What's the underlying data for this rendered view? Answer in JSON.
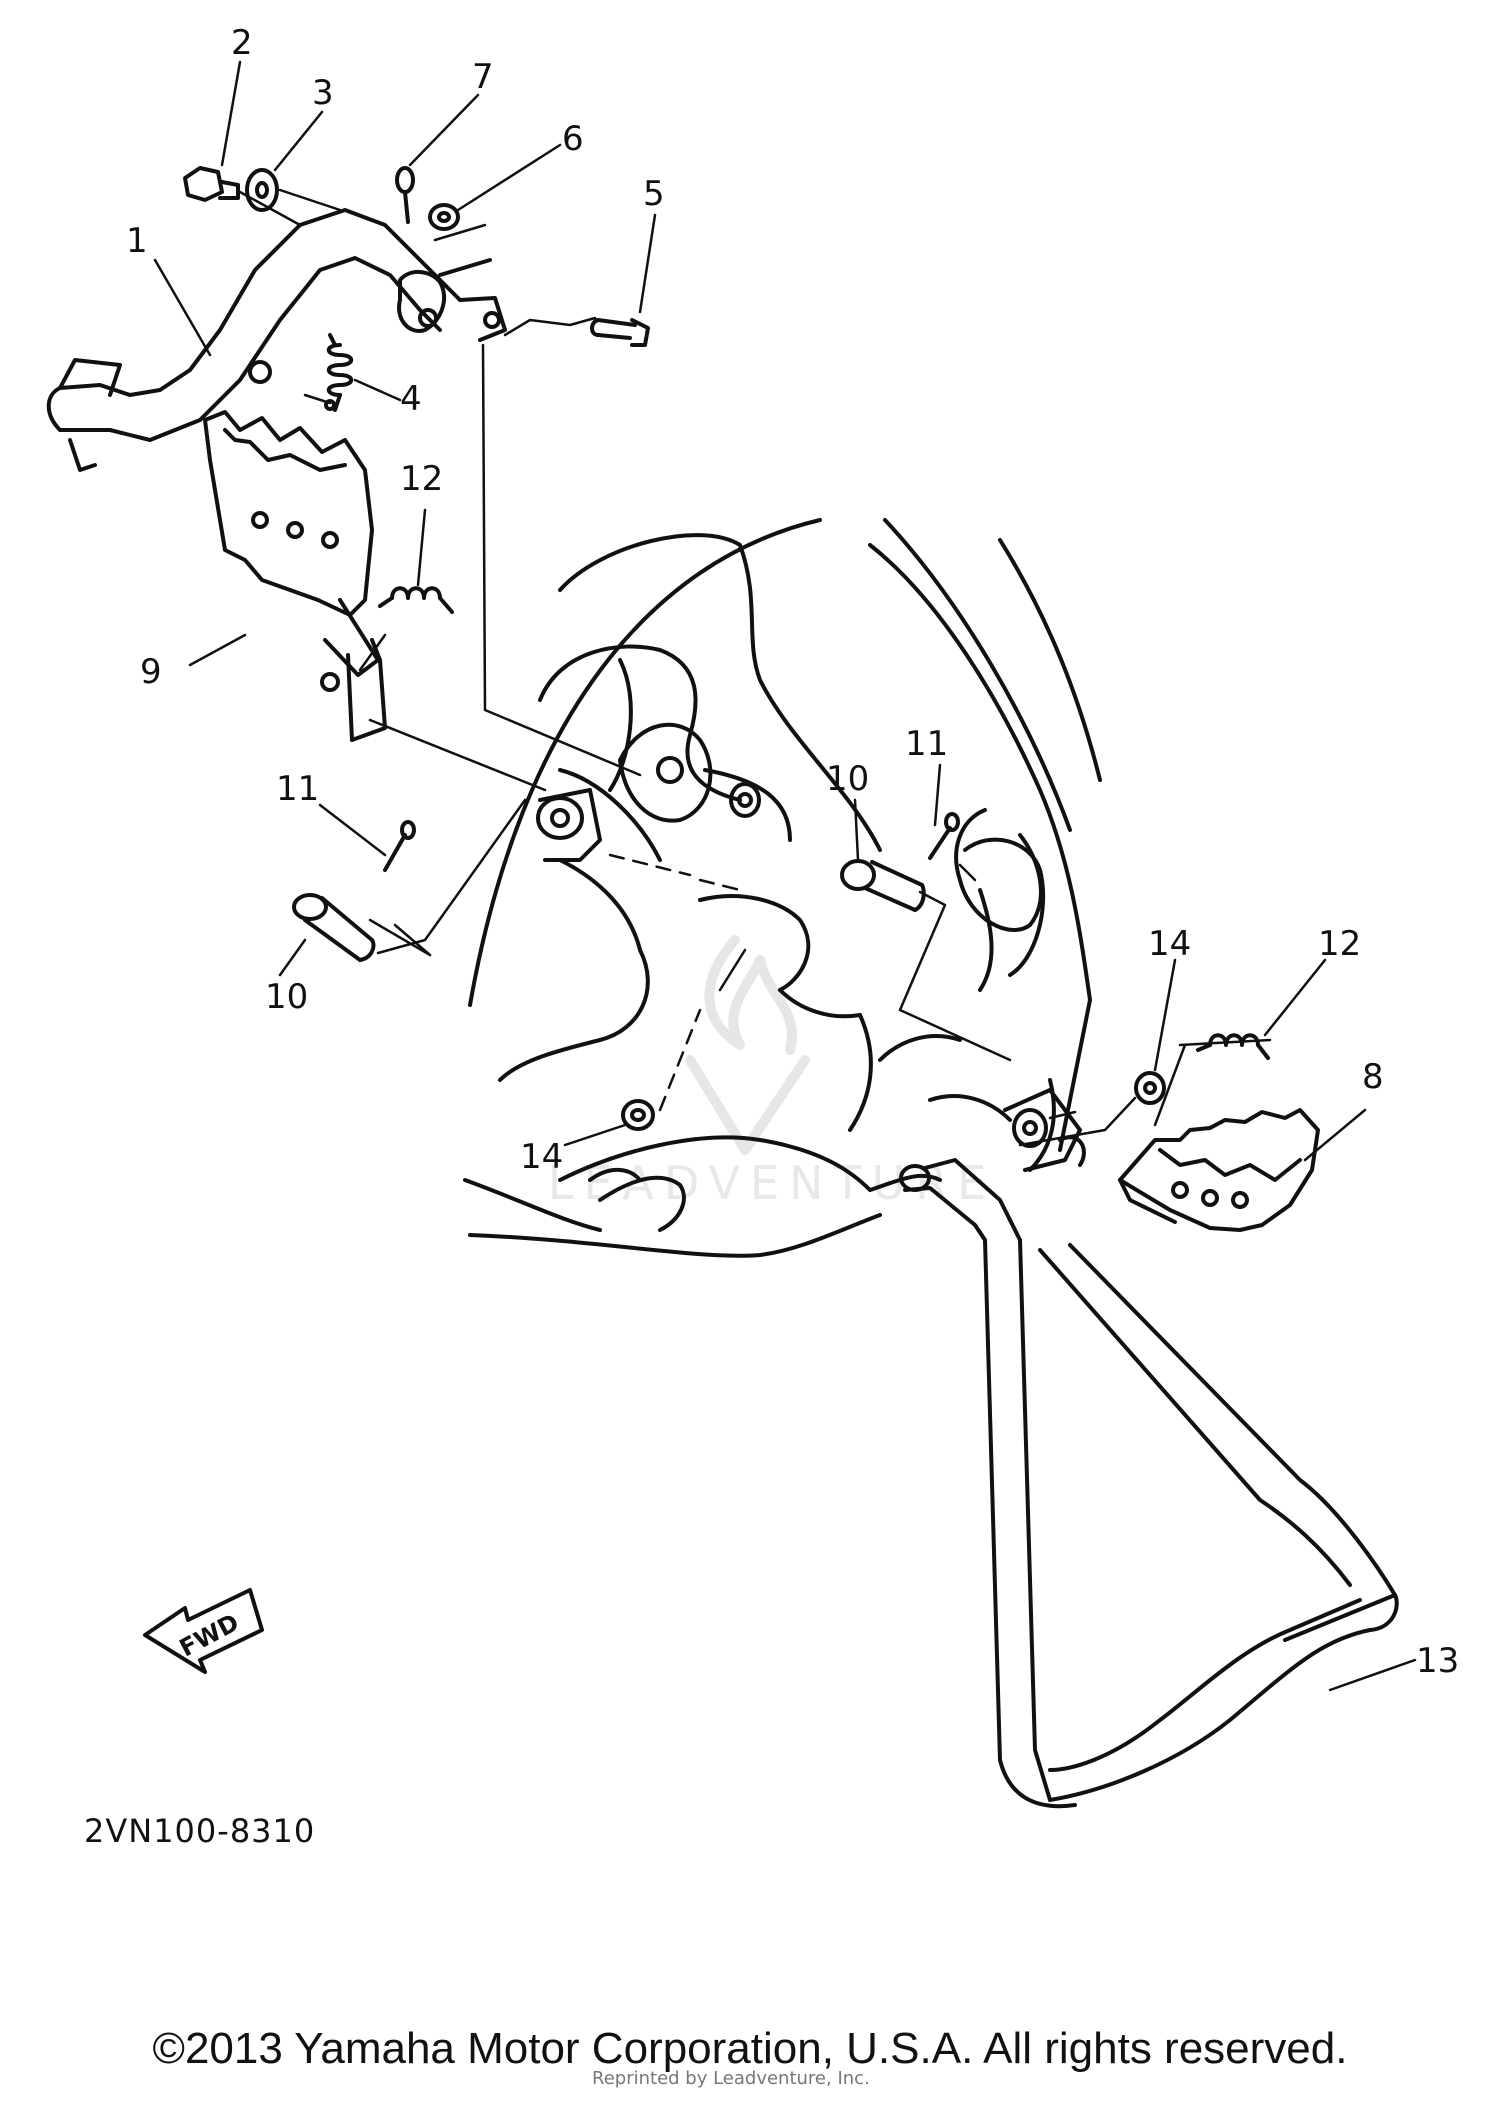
{
  "diagram": {
    "callouts": [
      {
        "id": "c2",
        "text": "2"
      },
      {
        "id": "c3",
        "text": "3"
      },
      {
        "id": "c7",
        "text": "7"
      },
      {
        "id": "c6",
        "text": "6"
      },
      {
        "id": "c5",
        "text": "5"
      },
      {
        "id": "c1",
        "text": "1"
      },
      {
        "id": "c4",
        "text": "4"
      },
      {
        "id": "c12a",
        "text": "12"
      },
      {
        "id": "c9",
        "text": "9"
      },
      {
        "id": "c11a",
        "text": "11"
      },
      {
        "id": "c10a",
        "text": "10"
      },
      {
        "id": "c10b",
        "text": "10"
      },
      {
        "id": "c11b",
        "text": "11"
      },
      {
        "id": "c14a",
        "text": "14"
      },
      {
        "id": "c12b",
        "text": "12"
      },
      {
        "id": "c8",
        "text": "8"
      },
      {
        "id": "c14b",
        "text": "14"
      },
      {
        "id": "c13",
        "text": "13"
      }
    ],
    "fwd_label": "FWD",
    "diagram_code": "2VN100-8310",
    "watermark": "LEADVENTURE",
    "reprint_note": "Reprinted by Leadventure, Inc.",
    "copyright": "©2013 Yamaha Motor Corporation, U.S.A. All rights reserved."
  },
  "colors": {
    "ink": "#111111",
    "watermark": "#e8e8e8",
    "background": "#ffffff"
  }
}
